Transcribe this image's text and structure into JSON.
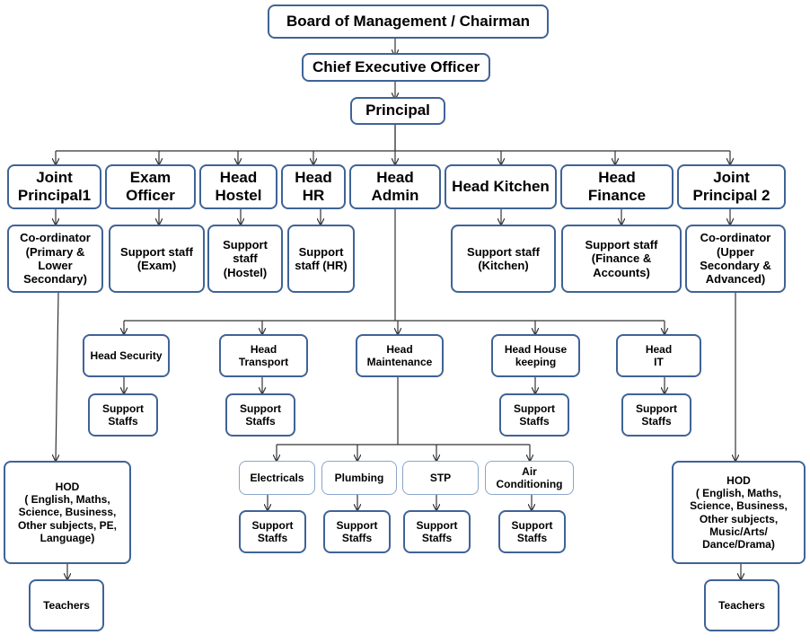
{
  "nodes": {
    "board": "Board of Management / Chairman",
    "ceo": "Chief Executive Officer",
    "principal": "Principal",
    "joint_principal_1": "Joint\nPrincipal1",
    "exam_officer": "Exam\nOfficer",
    "head_hostel": "Head\nHostel",
    "head_hr": "Head\nHR",
    "head_admin": "Head\nAdmin",
    "head_kitchen": "Head Kitchen",
    "head_finance": "Head\nFinance",
    "joint_principal_2": "Joint\nPrincipal 2",
    "coordinator_1": "Co-ordinator\n(Primary &\nLower\nSecondary)",
    "support_exam": "Support staff\n(Exam)",
    "support_hostel": "Support\nstaff\n(Hostel)",
    "support_hr": "Support\nstaff (HR)",
    "support_kitchen": "Support staff\n(Kitchen)",
    "support_finance": "Support staff\n(Finance & Accounts)",
    "coordinator_2": "Co-ordinator\n(Upper\nSecondary &\nAdvanced)",
    "head_security": "Head Security",
    "head_transport": "Head\nTransport",
    "head_maintenance": "Head\nMaintenance",
    "head_housekeeping": "Head House\nkeeping",
    "head_it": "Head\nIT",
    "support_staffs": "Support\nStaffs",
    "electricals": "Electricals",
    "plumbing": "Plumbing",
    "stp": "STP",
    "air_conditioning": "Air\nConditioning",
    "hod_left": "HOD\n( English, Maths,\nScience, Business,\nOther subjects, PE,\nLanguage)",
    "hod_right": "HOD\n( English, Maths,\nScience, Business,\nOther subjects,\nMusic/Arts/\nDance/Drama)",
    "teachers": "Teachers"
  },
  "colors": {
    "box_border": "#3f6396",
    "thin_border": "#8aa5c9",
    "connector": "#333333"
  }
}
